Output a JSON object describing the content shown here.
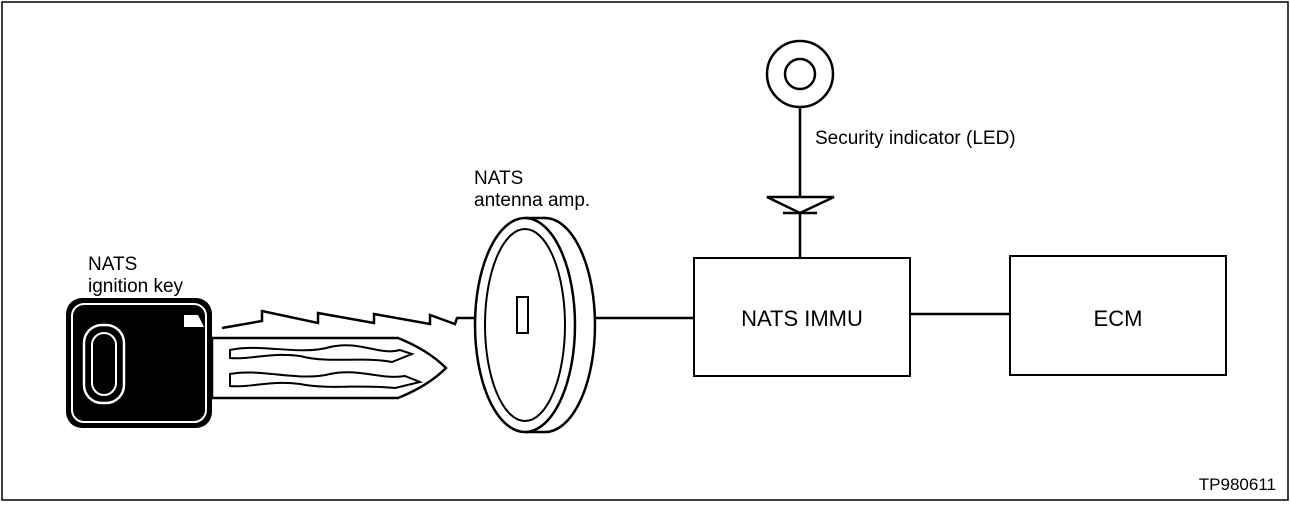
{
  "labels": {
    "key_line1": "NATS",
    "key_line2": "ignition key",
    "antenna_line1": "NATS",
    "antenna_line2": "antenna amp.",
    "indicator": "Security indicator (LED)",
    "immu": "NATS IMMU",
    "ecm": "ECM",
    "figure_code": "TP980611"
  },
  "colors": {
    "ink": "#000000",
    "paper": "#ffffff"
  }
}
